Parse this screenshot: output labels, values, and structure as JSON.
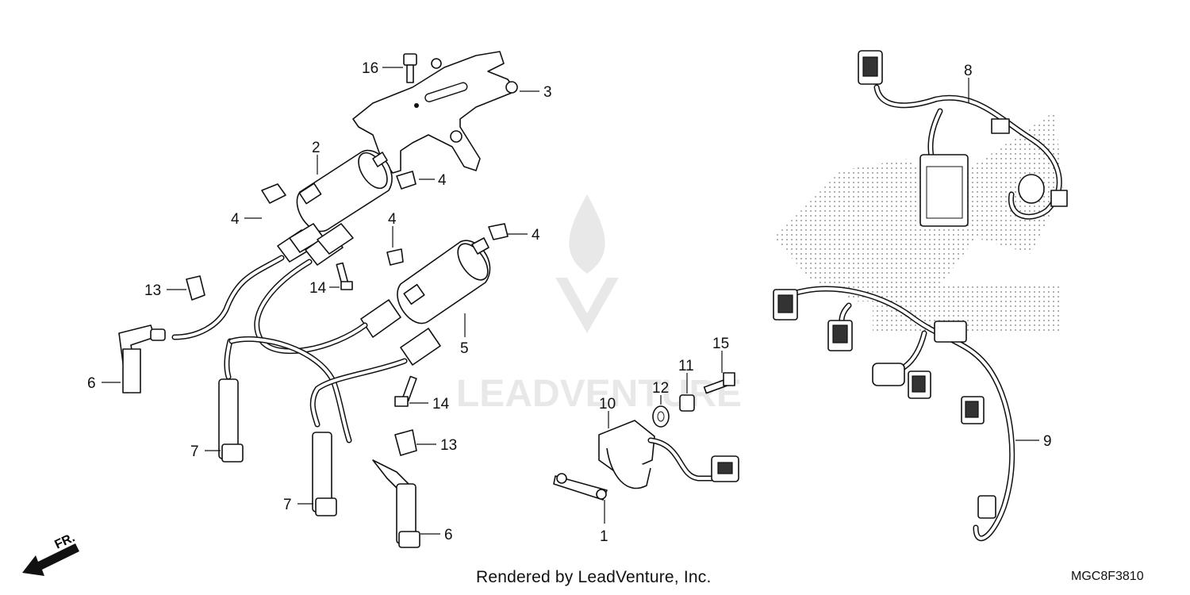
{
  "diagram": {
    "callouts": [
      {
        "id": "c16",
        "text": "16"
      },
      {
        "id": "c3",
        "text": "3"
      },
      {
        "id": "c2",
        "text": "2"
      },
      {
        "id": "c4a",
        "text": "4"
      },
      {
        "id": "c4b",
        "text": "4"
      },
      {
        "id": "c4c",
        "text": "4"
      },
      {
        "id": "c4d",
        "text": "4"
      },
      {
        "id": "c13a",
        "text": "13"
      },
      {
        "id": "c14a",
        "text": "14"
      },
      {
        "id": "c5",
        "text": "5"
      },
      {
        "id": "c6a",
        "text": "6"
      },
      {
        "id": "c7a",
        "text": "7"
      },
      {
        "id": "c7b",
        "text": "7"
      },
      {
        "id": "c14b",
        "text": "14"
      },
      {
        "id": "c13b",
        "text": "13"
      },
      {
        "id": "c6b",
        "text": "6"
      },
      {
        "id": "c10",
        "text": "10"
      },
      {
        "id": "c12",
        "text": "12"
      },
      {
        "id": "c11",
        "text": "11"
      },
      {
        "id": "c15",
        "text": "15"
      },
      {
        "id": "c1",
        "text": "1"
      },
      {
        "id": "c8",
        "text": "8"
      },
      {
        "id": "c9",
        "text": "9"
      }
    ],
    "direction_label": "FR.",
    "watermark_text": "LEADVENTURE",
    "footer_credit": "Rendered by LeadVenture, Inc.",
    "diagram_code": "MGC8F3810"
  }
}
